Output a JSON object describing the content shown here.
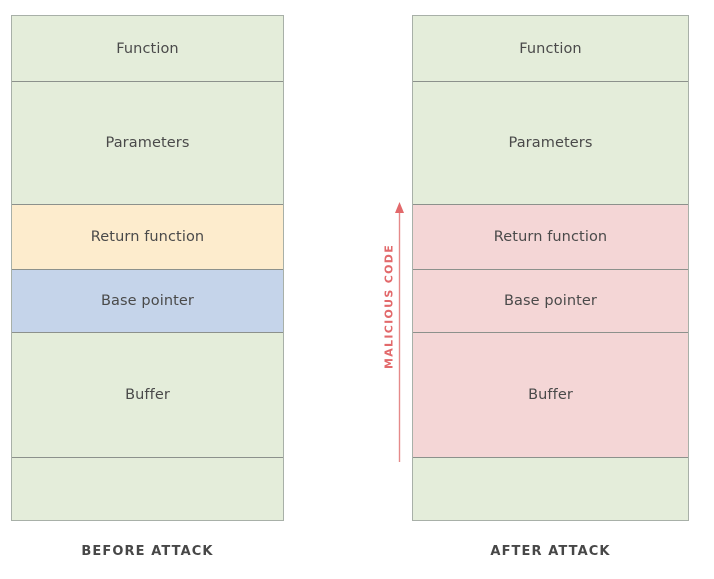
{
  "diagram": {
    "title_hidden": "Buffer overflow attack stack comparison",
    "background_color": "#ffffff",
    "colors": {
      "green": "#e4edda",
      "orange": "#fdeccd",
      "blue": "#c5d4ea",
      "pink": "#f4d6d6",
      "border": "#8c918c",
      "text": "#4a4a4a",
      "accent_red": "#e2696b"
    },
    "before": {
      "caption": "BEFORE ATTACK",
      "segments": [
        {
          "label": "Function",
          "fill": "green",
          "height": 66
        },
        {
          "label": "Parameters",
          "fill": "green",
          "height": 124
        },
        {
          "label": "Return function",
          "fill": "orange",
          "height": 65
        },
        {
          "label": "Base pointer",
          "fill": "blue",
          "height": 62
        },
        {
          "label": "Buffer",
          "fill": "green",
          "height": 126
        },
        {
          "label": "",
          "fill": "green",
          "height": 63
        }
      ]
    },
    "after": {
      "caption": "AFTER ATTACK",
      "segments": [
        {
          "label": "Function",
          "fill": "green",
          "height": 66
        },
        {
          "label": "Parameters",
          "fill": "green",
          "height": 124
        },
        {
          "label": "Return function",
          "fill": "pink",
          "height": 65
        },
        {
          "label": "Base pointer",
          "fill": "pink",
          "height": 62
        },
        {
          "label": "Buffer",
          "fill": "pink",
          "height": 126
        },
        {
          "label": "",
          "fill": "green",
          "height": 63
        }
      ]
    },
    "annotation": {
      "label": "MALICIOUS CODE",
      "direction": "up",
      "color": "#e2696b"
    }
  }
}
